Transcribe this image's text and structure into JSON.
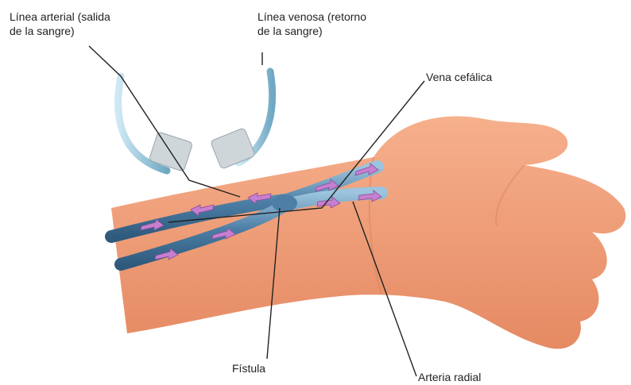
{
  "labels": {
    "linea_arterial": "Línea arterial (salida\nde la sangre)",
    "linea_venosa": "Línea venosa (retorno\nde la sangre)",
    "vena_cefalica": "Vena cefálica",
    "fistula": "Fístula",
    "arteria_radial": "Arteria radial"
  },
  "colors": {
    "skin": "#f0a27c",
    "skin_shadow": "#d9805c",
    "vessel": "#4d7fa6",
    "vessel_light": "#9cc4de",
    "tube": "#a9d4e6",
    "clip": "#cfd6da",
    "arrow": "#c77fd0",
    "leader": "#222222"
  }
}
